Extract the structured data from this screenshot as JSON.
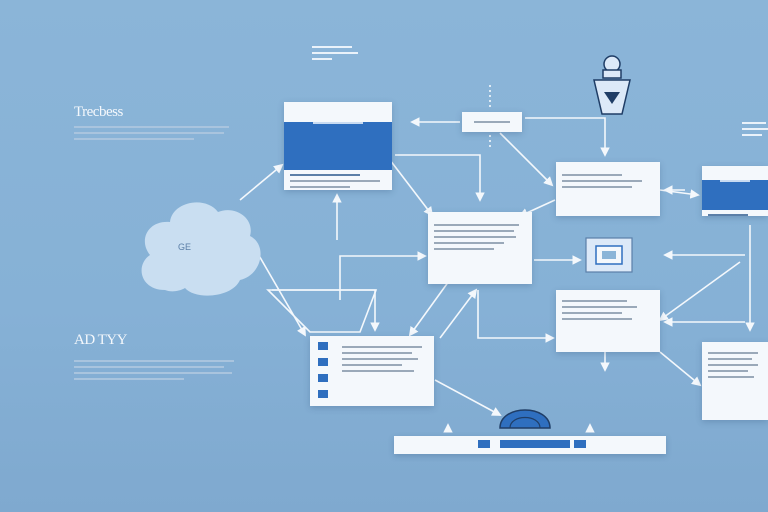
{
  "left_panel": {
    "heading_top": "Trecbess",
    "heading_bottom": "AD TYY"
  },
  "cloud": {
    "label": "GE"
  },
  "colors": {
    "background": "#8bb5d8",
    "node_fill": "#f4f8fc",
    "header_blue": "#2f6fbf",
    "arrow": "#f4f8fc",
    "cloud": "#c9def1",
    "dome": "#2f6fbf"
  },
  "icons": {
    "top_right": "chess-piece-icon",
    "center_right": "server-icon",
    "bottom": "dome-icon"
  }
}
